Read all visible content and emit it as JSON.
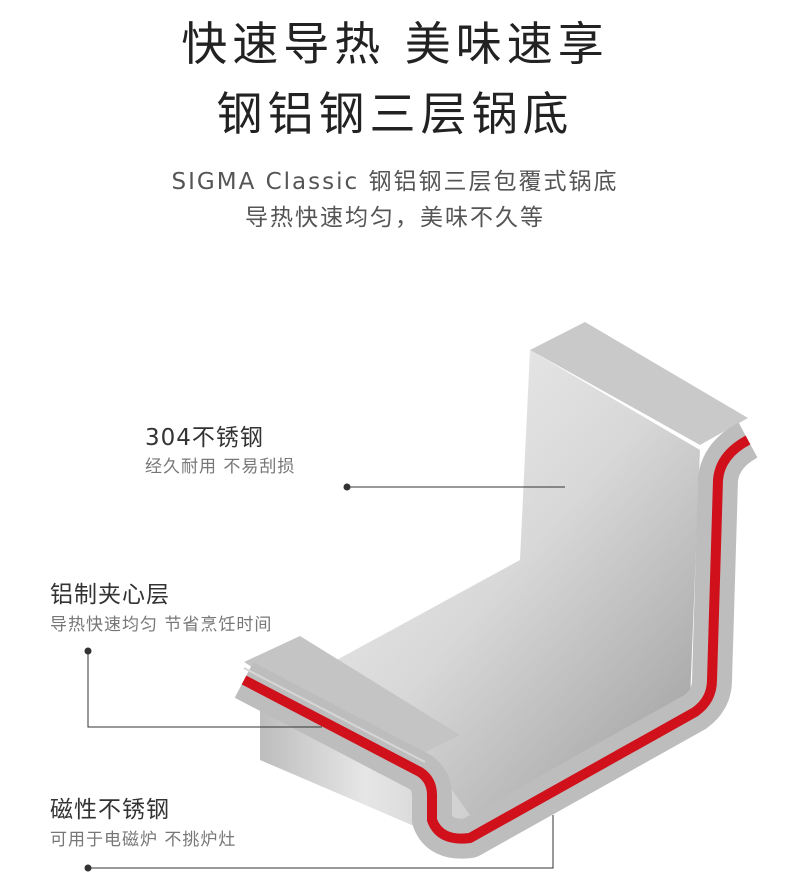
{
  "header": {
    "title_line1": "快速导热 美味速享",
    "title_line2": "钢铝钢三层锅底",
    "subtitle_line1": "SIGMA Classic 钢铝钢三层包覆式锅底",
    "subtitle_line2": "导热快速均匀，美味不久等"
  },
  "callouts": [
    {
      "title": "304不锈钢",
      "desc": "经久耐用 不易刮损"
    },
    {
      "title": "铝制夹心层",
      "desc": "导热快速均匀 节省烹饪时间"
    },
    {
      "title": "磁性不锈钢",
      "desc": "可用于电磁炉 不挑炉灶"
    }
  ],
  "colors": {
    "core": "#d0101a",
    "steel": "#c8c8c8",
    "line": "#333333"
  }
}
